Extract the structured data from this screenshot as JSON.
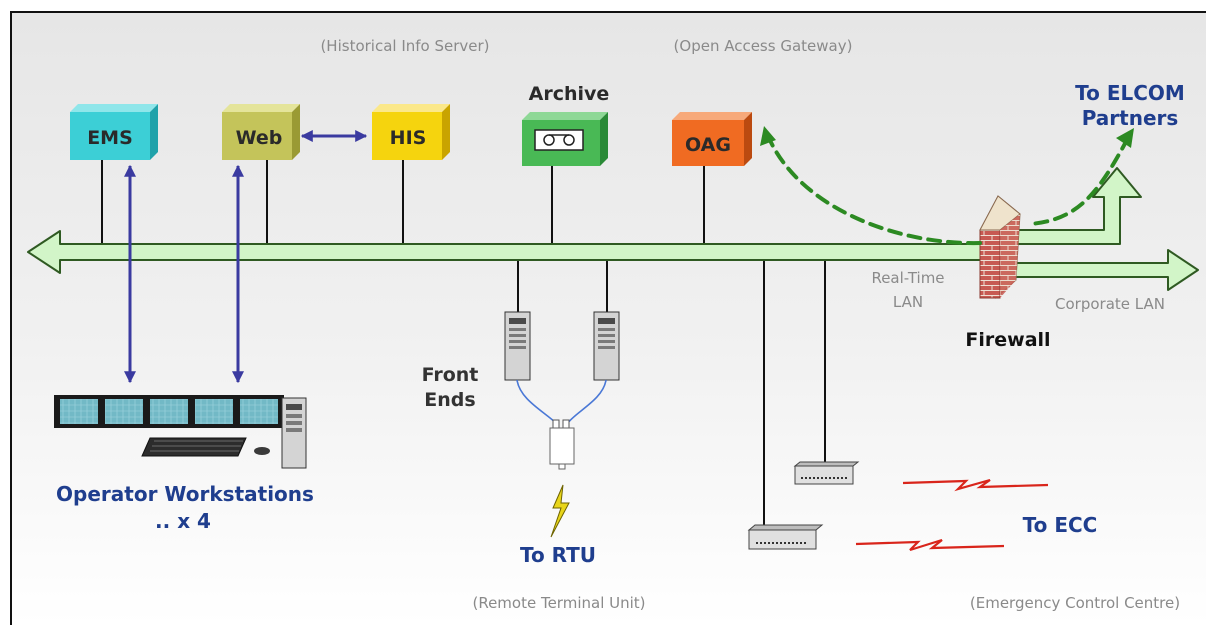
{
  "annotations": {
    "historical": "(Historical Info Server)",
    "gateway": "(Open Access Gateway)",
    "remote": "(Remote Terminal Unit)",
    "emergency": "(Emergency Control Centre)"
  },
  "nodes": {
    "ems": "EMS",
    "web": "Web",
    "his": "HIS",
    "archive": "Archive",
    "oag": "OAG"
  },
  "labels": {
    "elcom_line1": "To ELCOM",
    "elcom_line2": "Partners",
    "realtime_line1": "Real-Time",
    "realtime_line2": "LAN",
    "corporate": "Corporate LAN",
    "firewall": "Firewall",
    "frontends_line1": "Front",
    "frontends_line2": "Ends",
    "workstations_line1": "Operator Workstations",
    "workstations_line2": ".. x 4",
    "to_rtu": "To RTU",
    "to_ecc": "To ECC"
  },
  "colors": {
    "bus_fill": "#d2f5c8",
    "bus_stroke": "#2f5a22",
    "ems": "#3ccfd6",
    "web": "#c4c45a",
    "his": "#f5d40e",
    "archive": "#49b955",
    "oag": "#f06b22",
    "navy": "#1f3e8e",
    "gray_text": "#8a8a8a",
    "dashed_arrow": "#2c8a22",
    "link_arrow": "#3a3aa0",
    "firewall": "#c75a52",
    "lightning_red": "#d9251b",
    "lightning_yellow": "#e8d51a"
  },
  "icons": {
    "firewall": "brick-wall-icon",
    "archive": "tape-cassette-icon",
    "frontend_servers": "server-tower-icon",
    "workstation": "monitor-array-icon",
    "modem": "modem-icon",
    "rtu": "rtu-device-icon",
    "radio_link": "lightning-icon"
  }
}
